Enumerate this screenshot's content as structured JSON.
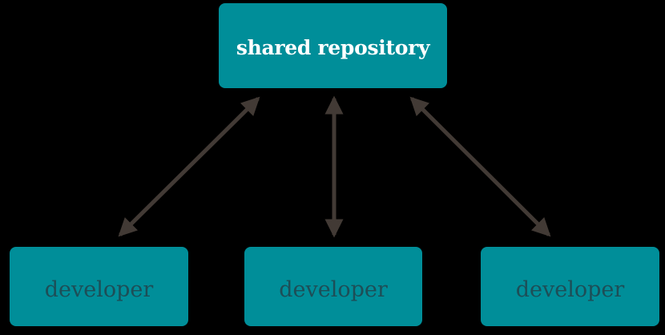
{
  "diagram": {
    "background_color": "#000000",
    "node_fill_color": "#008e99",
    "arrow_color": "#423a35",
    "shared_repository": {
      "label": "shared repository",
      "text_color": "#ffffff"
    },
    "developer_text_color": "#1d4e57",
    "developers": [
      {
        "label": "developer"
      },
      {
        "label": "developer"
      },
      {
        "label": "developer"
      }
    ],
    "arrows": [
      {
        "name": "shared-repository-developer-1",
        "direction": "bidirectional"
      },
      {
        "name": "shared-repository-developer-2",
        "direction": "bidirectional"
      },
      {
        "name": "shared-repository-developer-3",
        "direction": "bidirectional"
      }
    ]
  }
}
